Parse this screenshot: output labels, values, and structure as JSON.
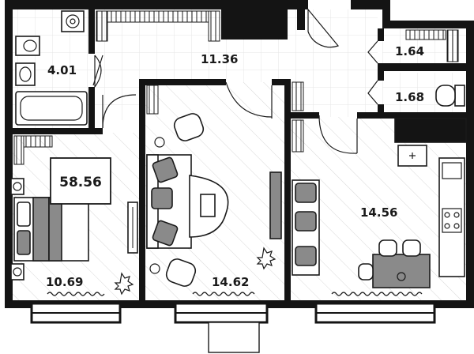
{
  "plan": {
    "total_area": "58.56",
    "rooms": [
      {
        "id": "bathroom",
        "area": "4.01"
      },
      {
        "id": "hallway",
        "area": "11.36"
      },
      {
        "id": "storage",
        "area": "1.64"
      },
      {
        "id": "wc",
        "area": "1.68"
      },
      {
        "id": "bedroom",
        "area": "10.69"
      },
      {
        "id": "living-room",
        "area": "14.62"
      },
      {
        "id": "kitchen",
        "area": "14.56"
      }
    ]
  },
  "colors": {
    "wall": "#141414",
    "furniture_fill": "#8a8a8a",
    "hatch": "#d9d9d9"
  }
}
